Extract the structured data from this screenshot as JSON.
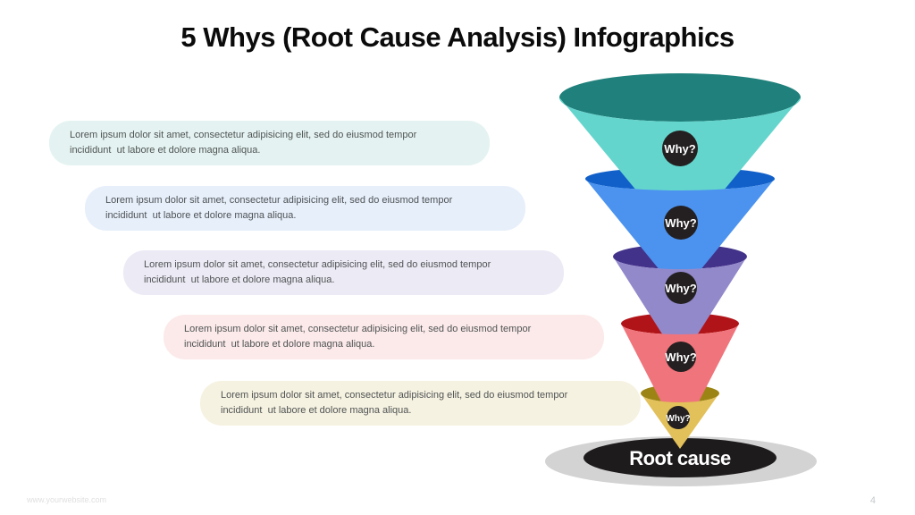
{
  "title": "5 Whys (Root Cause Analysis) Infographics",
  "boxes": [
    {
      "bg": "#e4f3f1",
      "line1": "Lorem ipsum dolor sit amet, consectetur adipisicing elit, sed do eiusmod tempor",
      "line2": "incididunt  ut labore et dolore magna aliqua."
    },
    {
      "bg": "#e7effb",
      "line1": "Lorem ipsum dolor sit amet, consectetur adipisicing elit, sed do eiusmod tempor",
      "line2": "incididunt  ut labore et dolore magna aliqua."
    },
    {
      "bg": "#eceaf5",
      "line1": "Lorem ipsum dolor sit amet, consectetur adipisicing elit, sed do eiusmod tempor",
      "line2": "incididunt  ut labore et dolore magna aliqua."
    },
    {
      "bg": "#fceaea",
      "line1": "Lorem ipsum dolor sit amet, consectetur adipisicing elit, sed do eiusmod tempor",
      "line2": "incididunt  ut labore et dolore magna aliqua."
    },
    {
      "bg": "#f6f2e1",
      "line1": "Lorem ipsum dolor sit amet, consectetur adipisicing elit, sed do eiusmod tempor",
      "line2": "incididunt  ut labore et dolore magna aliqua."
    }
  ],
  "funnel": {
    "why_badge_color": "#242021",
    "segments": [
      {
        "label": "Why?",
        "body_color": "#64d5cd",
        "top_color": "#20807b"
      },
      {
        "label": "Why?",
        "body_color": "#4b93ef",
        "top_color": "#1160c9"
      },
      {
        "label": "Why?",
        "body_color": "#9289cb",
        "top_color": "#433289"
      },
      {
        "label": "Why?",
        "body_color": "#f0747b",
        "top_color": "#b11418"
      },
      {
        "label": "Why?",
        "body_color": "#e2c05a",
        "top_color": "#9c8414"
      }
    ],
    "root": {
      "label": "Root cause",
      "ellipse_color": "#1e1b1c",
      "shadow_color": "#d3d3d3"
    }
  },
  "footer": {
    "website": "www.yourwebsite.com",
    "page_number": "4"
  }
}
